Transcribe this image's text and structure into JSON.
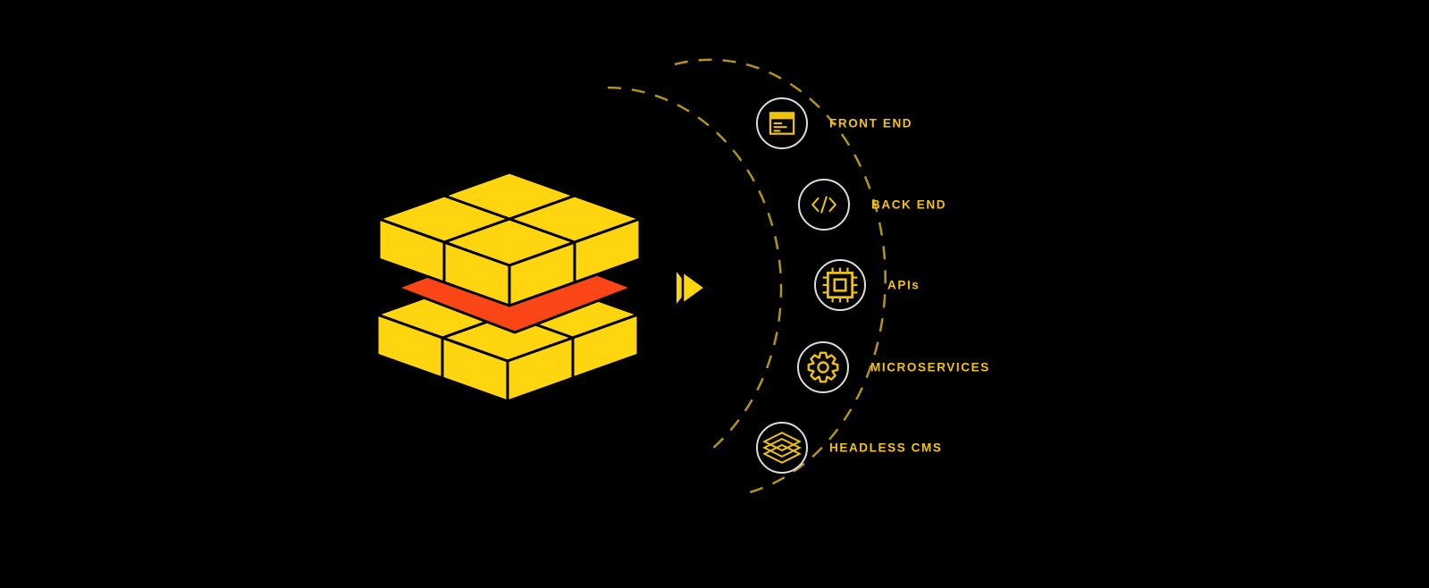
{
  "steps": [
    {
      "label": "FRONT END",
      "icon": "browser-window-icon"
    },
    {
      "label": "BACK END",
      "icon": "code-icon"
    },
    {
      "label": "APIs",
      "icon": "chip-icon"
    },
    {
      "label": "MICROSERVICES",
      "icon": "gear-icon"
    },
    {
      "label": "HEADLESS CMS",
      "icon": "layers-icon"
    }
  ],
  "colors": {
    "background": "#000000",
    "block_yellow": "#ffd50f",
    "plane_orange": "#fa4616",
    "icon_yellow": "#eec20b",
    "label_yellow": "#f2c40e",
    "arc_dash": "#b3931a",
    "circle_stroke": "#dcdcdc"
  }
}
